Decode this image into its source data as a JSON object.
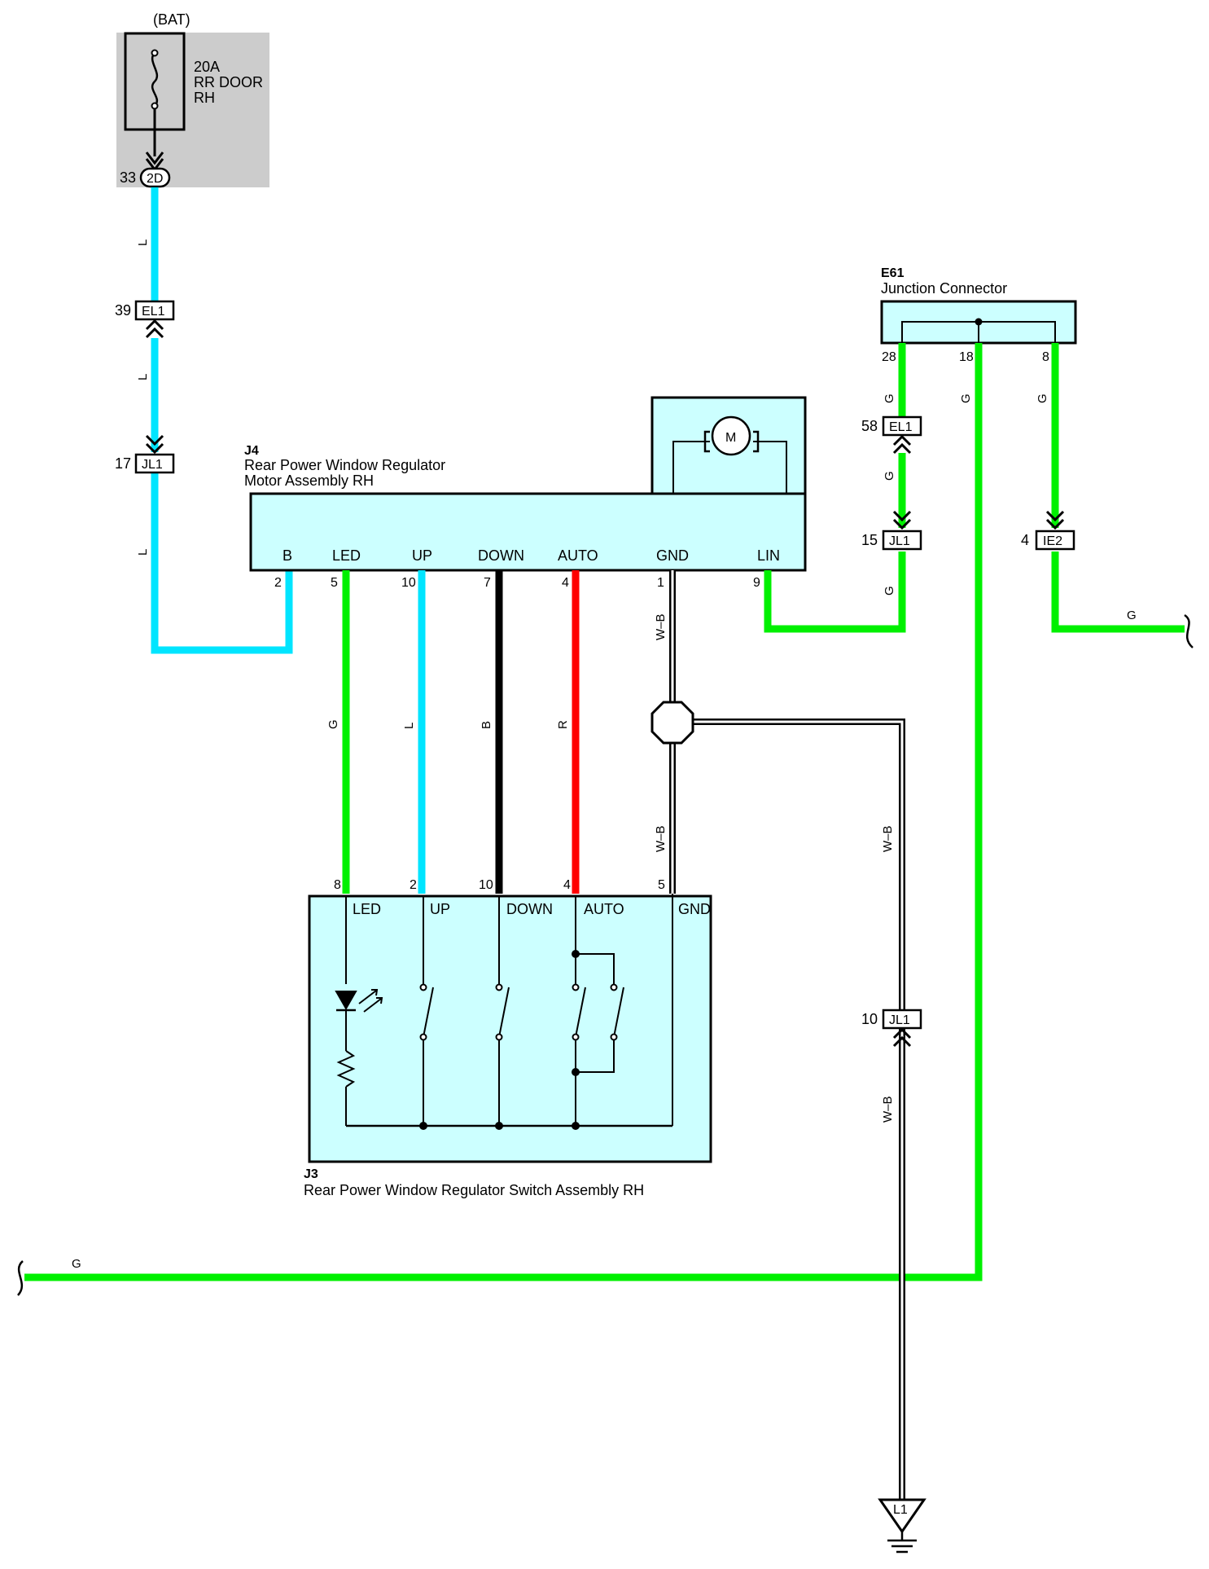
{
  "colors": {
    "blue_wire": "#00E5FF",
    "green_wire": "#00F000",
    "red_wire": "#FF0000",
    "black_wire": "#000000",
    "box_fill": "#CCFFFF",
    "fuse_box_fill": "#CCCCCC"
  },
  "fuse": {
    "source": "(BAT)",
    "rating": "20A",
    "name_line1": "RR DOOR",
    "name_line2": "RH",
    "pin": "33",
    "connector": "2D"
  },
  "connectors": {
    "el1_top": {
      "pin": "39",
      "id": "EL1"
    },
    "jl1_left": {
      "pin": "17",
      "id": "JL1"
    },
    "el1_right": {
      "pin": "58",
      "id": "EL1"
    },
    "jl1_right": {
      "pin": "15",
      "id": "JL1"
    },
    "ie2": {
      "pin": "4",
      "id": "IE2"
    },
    "jl1_ground": {
      "pin": "10",
      "id": "JL1"
    },
    "ground": {
      "id": "L1"
    }
  },
  "j4": {
    "id": "J4",
    "name_line1": "Rear Power Window Regulator",
    "name_line2": "Motor Assembly RH",
    "motor": "M",
    "terminals": [
      {
        "label": "B",
        "pin": "2"
      },
      {
        "label": "LED",
        "pin": "5"
      },
      {
        "label": "UP",
        "pin": "10"
      },
      {
        "label": "DOWN",
        "pin": "7"
      },
      {
        "label": "AUTO",
        "pin": "4"
      },
      {
        "label": "GND",
        "pin": "1"
      },
      {
        "label": "LIN",
        "pin": "9"
      }
    ]
  },
  "j3": {
    "id": "J3",
    "name": "Rear Power Window Regulator Switch Assembly RH",
    "terminals": [
      {
        "label": "LED",
        "pin": "8"
      },
      {
        "label": "UP",
        "pin": "2"
      },
      {
        "label": "DOWN",
        "pin": "10"
      },
      {
        "label": "AUTO",
        "pin": "4"
      },
      {
        "label": "GND",
        "pin": "5"
      }
    ]
  },
  "e61": {
    "id": "E61",
    "name": "Junction Connector",
    "pins": [
      "28",
      "18",
      "8"
    ]
  },
  "wire_labels": {
    "blue": "L",
    "green": "G",
    "black": "B",
    "red": "R",
    "ground": "W–B"
  }
}
